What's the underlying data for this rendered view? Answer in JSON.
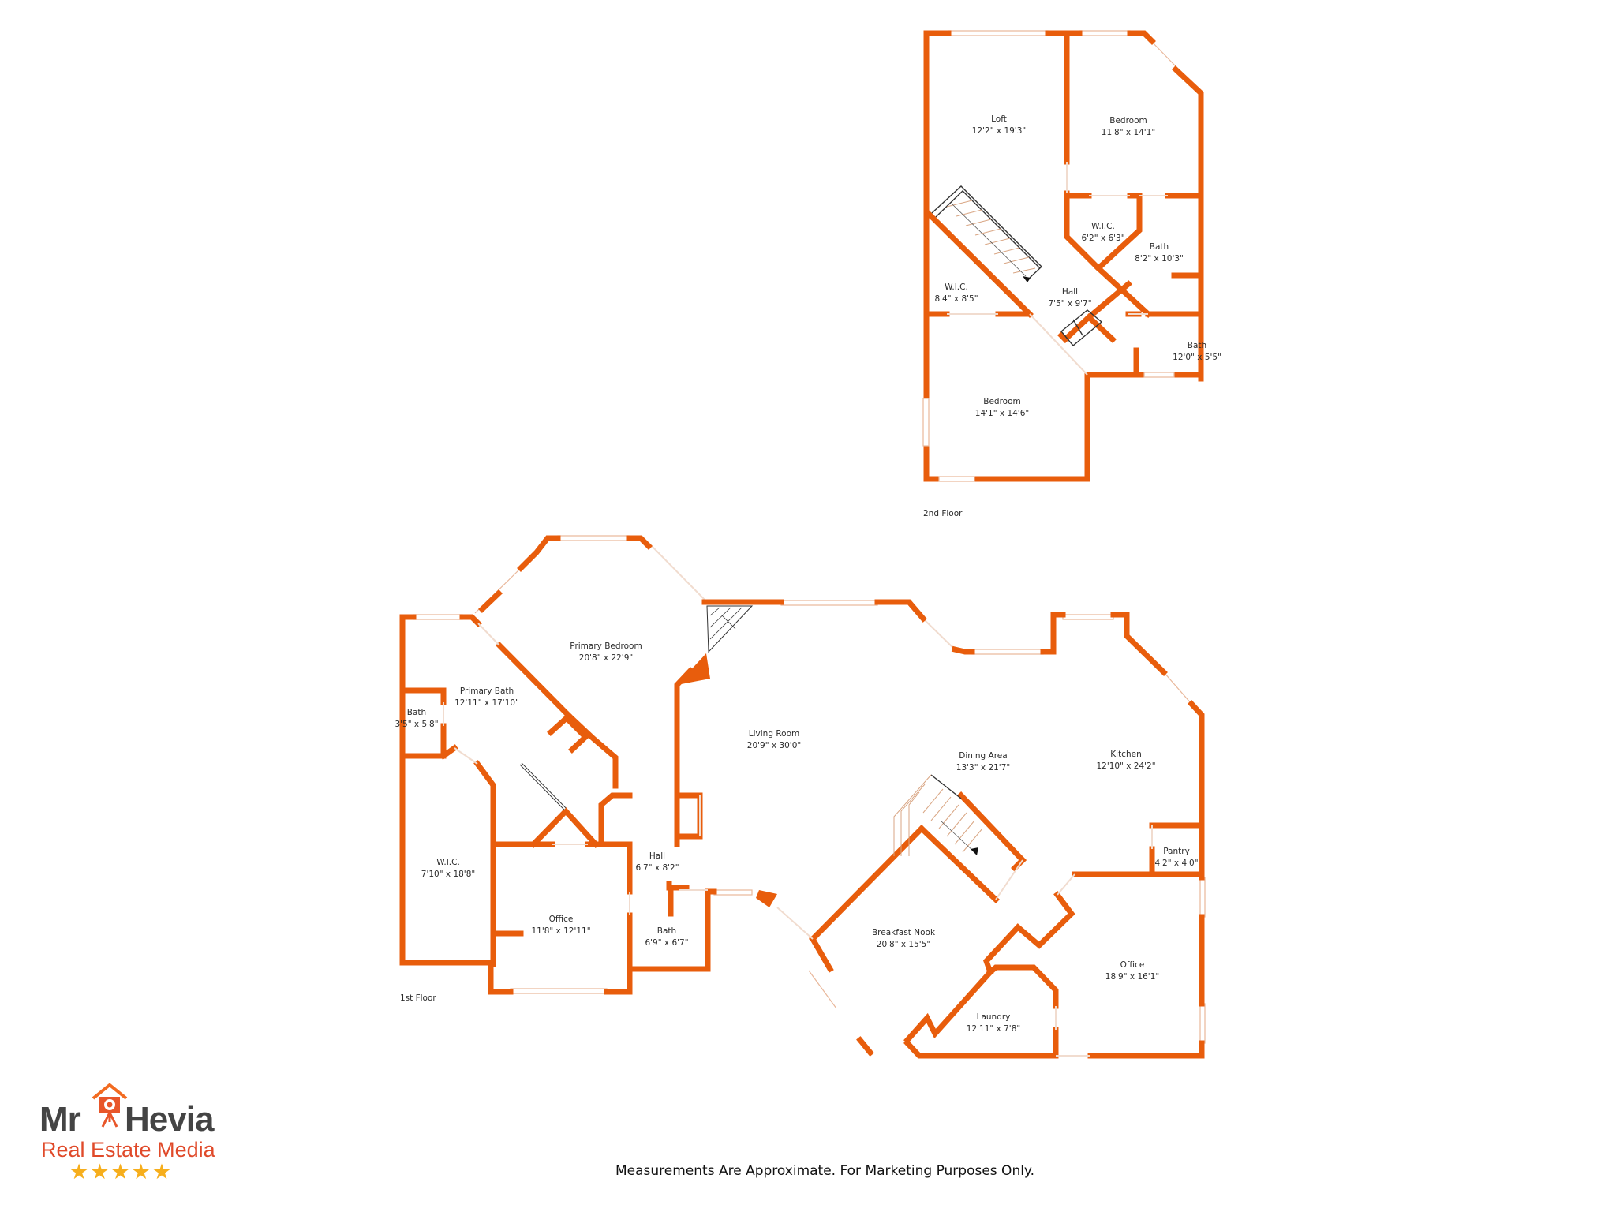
{
  "floors": {
    "second": {
      "label": "2nd Floor",
      "rooms": [
        {
          "name": "Loft",
          "dims": "12'2\" x 19'3\""
        },
        {
          "name": "Bedroom",
          "dims": "11'8\" x 14'1\""
        },
        {
          "name": "W.I.C.",
          "dims": "6'2\" x 6'3\""
        },
        {
          "name": "Bath",
          "dims": "8'2\" x 10'3\""
        },
        {
          "name": "W.I.C.",
          "dims": "8'4\" x 8'5\""
        },
        {
          "name": "Hall",
          "dims": "7'5\" x 9'7\""
        },
        {
          "name": "Bath",
          "dims": "12'0\" x 5'5\""
        },
        {
          "name": "Bedroom",
          "dims": "14'1\" x 14'6\""
        }
      ]
    },
    "first": {
      "label": "1st Floor",
      "rooms": [
        {
          "name": "Primary Bedroom",
          "dims": "20'8\" x 22'9\""
        },
        {
          "name": "Primary Bath",
          "dims": "12'11\" x 17'10\""
        },
        {
          "name": "Bath",
          "dims": "3'5\" x 5'8\""
        },
        {
          "name": "W.I.C.",
          "dims": "7'10\" x 18'8\""
        },
        {
          "name": "Office",
          "dims": "11'8\" x 12'11\""
        },
        {
          "name": "Hall",
          "dims": "6'7\" x 8'2\""
        },
        {
          "name": "Bath",
          "dims": "6'9\" x 6'7\""
        },
        {
          "name": "Living Room",
          "dims": "20'9\" x 30'0\""
        },
        {
          "name": "Dining Area",
          "dims": "13'3\" x 21'7\""
        },
        {
          "name": "Kitchen",
          "dims": "12'10\" x 24'2\""
        },
        {
          "name": "Pantry",
          "dims": "4'2\" x 4'0\""
        },
        {
          "name": "Breakfast Nook",
          "dims": "20'8\" x 15'5\""
        },
        {
          "name": "Office",
          "dims": "18'9\" x 16'1\""
        },
        {
          "name": "Laundry",
          "dims": "12'11\" x 7'8\""
        }
      ]
    }
  },
  "logo": {
    "mr": "Mr",
    "hevia": "Hevia",
    "subtitle": "Real Estate Media",
    "stars": "★★★★★",
    "icon": "house-camera-icon"
  },
  "footer": {
    "disclaimer": "Measurements Are Approximate. For Marketing Purposes Only."
  },
  "colors": {
    "wall": "#E85D0C",
    "logo_gray": "#444444",
    "logo_red": "#E04A2A",
    "star": "#F6AE1C"
  }
}
